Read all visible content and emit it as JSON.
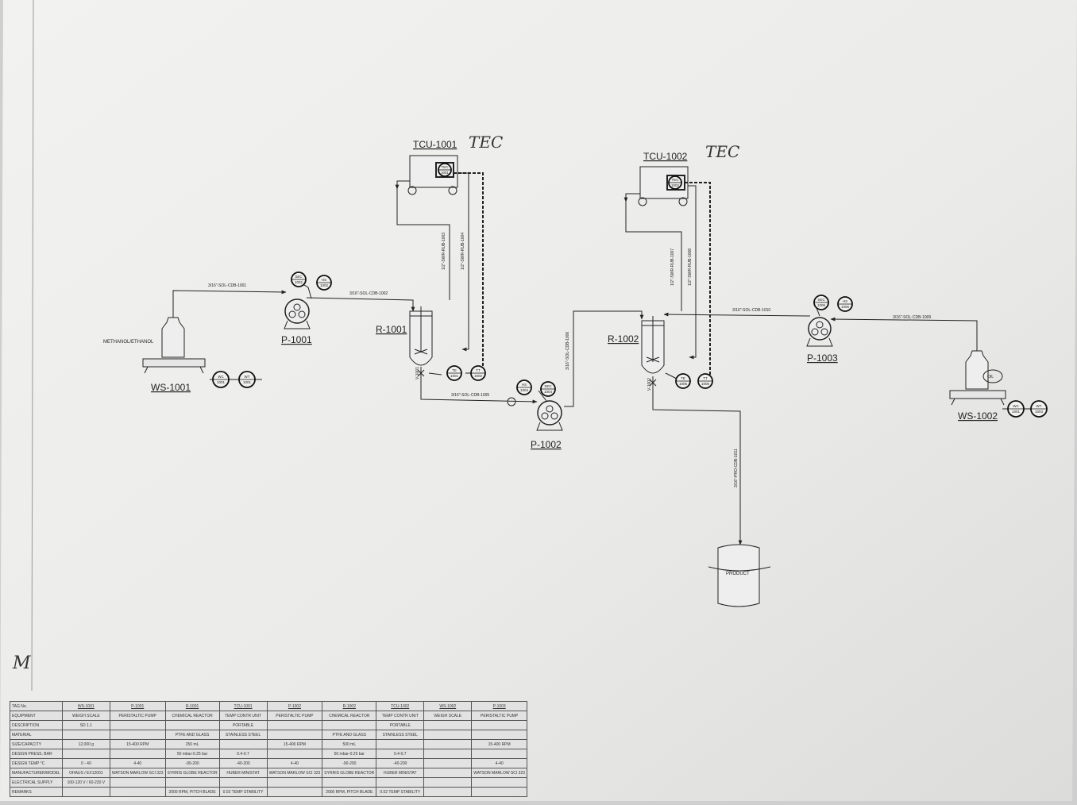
{
  "equipment_tags": {
    "tcu1": "TCU-1001",
    "tcu2": "TCU-1002",
    "p1": "P-1001",
    "p2": "P-1002",
    "p3": "P-1003",
    "r1": "R-1001",
    "r2": "R-1002",
    "ws1": "WS-1001",
    "ws2": "WS-1002"
  },
  "stream_labels": {
    "feed": "METHANOL/ETHANOL",
    "product": "PRODUCT",
    "oil": "OIL"
  },
  "handwritten": {
    "tec1": "TEC",
    "tec2": "TEC",
    "margin": "M"
  },
  "lines": {
    "l1001": "3/16\"-SOL-CDB-1001",
    "l1002": "3/16\"-SOL-CDB-1002",
    "l1003": "1/2\"-SWR-RUB-1003",
    "l1004": "1/2\"-SWR-RUB-1004",
    "l1005": "3/16\"-SOL-CDB-1005",
    "l1006": "3/16\"-SOL-CDB-1006",
    "l1007": "1/2\"-SWR-RUB-1007",
    "l1008": "1/2\"-SWR-RUB-1008",
    "l1009": "3/16\"-SOL-CDB-1009",
    "l1010": "3/16\"-SOL-CDB-1010",
    "l1011": "3/16\"-PRO-CDB-1011"
  },
  "instruments": {
    "tec1001": [
      "TEC",
      "1001"
    ],
    "tec1002": [
      "TEC",
      "1002"
    ],
    "sec1002": [
      "SEC",
      "1002"
    ],
    "hs1002": [
      "HS",
      "1002"
    ],
    "sec1004": [
      "SEC",
      "1004"
    ],
    "hs1004": [
      "HS",
      "1004"
    ],
    "sec1006": [
      "SEC",
      "1006"
    ],
    "hs1006": [
      "HS",
      "1006"
    ],
    "te1001": [
      "TE",
      "1001"
    ],
    "tt1002": [
      "TT",
      "1002"
    ],
    "te1005": [
      "TE",
      "1005"
    ],
    "tt1006": [
      "TT",
      "1006"
    ],
    "wc1001": [
      "WC",
      "1001"
    ],
    "wt1001": [
      "WT",
      "1001"
    ],
    "wc1001b": [
      "WC",
      "1001"
    ],
    "wt1003": [
      "WT",
      "1003"
    ]
  },
  "valves": {
    "v1": "V-1001",
    "v2": "V-1002"
  },
  "table": {
    "row_headers": [
      "TAG No.",
      "EQUIPMENT",
      "DESCRIPTION",
      "MATERIAL",
      "SIZE/CAPACITY",
      "DESIGN PRESS. BAR",
      "DESIGN TEMP °C",
      "MANUFACTURER/MODEL",
      "ELECTRICAL SUPPLY",
      "REMARKS"
    ],
    "columns": [
      [
        "WS-1001",
        "WEIGH SCALE",
        "SD 1.1",
        "",
        "12,000 g",
        "",
        "0 - 40",
        "OHAUS / EX12001",
        "100-120 V / 60-230 V",
        ""
      ],
      [
        "P-1001",
        "PERISTALTIC PUMP",
        "",
        "",
        "15-400 RPM",
        "",
        "4-40",
        "WATSON MARLOW SCI 323",
        "",
        ""
      ],
      [
        "R-1001",
        "CHEMICAL REACTOR",
        "",
        "PTFE AND GLASS",
        "250 mL",
        "50 mbar-0.25 bar",
        "-90-200",
        "SYRRIS GLOBE REACTOR",
        "",
        "2000 RPM, PITCH BLADE"
      ],
      [
        "TCU-1001",
        "TEMP CONTR UNIT",
        "PORTABLE",
        "STAINLESS STEEL",
        "",
        "0.4-0.7",
        "-40-200",
        "HUBER MINISTAT",
        "",
        "0.02 TEMP STABILITY"
      ],
      [
        "P-1002",
        "PERISTALTIC PUMP",
        "",
        "",
        "15-400 RPM",
        "",
        "4-40",
        "WATSON MARLOW SCI 323",
        "",
        ""
      ],
      [
        "R-1002",
        "CHEMICAL REACTOR",
        "",
        "PTFE AND GLASS",
        "500 mL",
        "50 mbar-0.25 bar",
        "-90-200",
        "SYRRIS GLOBE REACTOR",
        "",
        "2000 RPM, PITCH BLADE"
      ],
      [
        "TCU-1002",
        "TEMP CONTR UNIT",
        "PORTABLE",
        "STAINLESS STEEL",
        "",
        "0.4-0.7",
        "-40-200",
        "HUBER MINISTAT",
        "",
        "0.02 TEMP STABILITY"
      ],
      [
        "WS-1002",
        "WEIGH SCALE",
        "",
        "",
        "",
        "",
        "",
        "",
        "",
        ""
      ],
      [
        "P-1003",
        "PERISTALTIC PUMP",
        "",
        "",
        "15-400 RPM",
        "",
        "4-40",
        "WATSON MARLOW SCI 323",
        "",
        ""
      ]
    ]
  }
}
